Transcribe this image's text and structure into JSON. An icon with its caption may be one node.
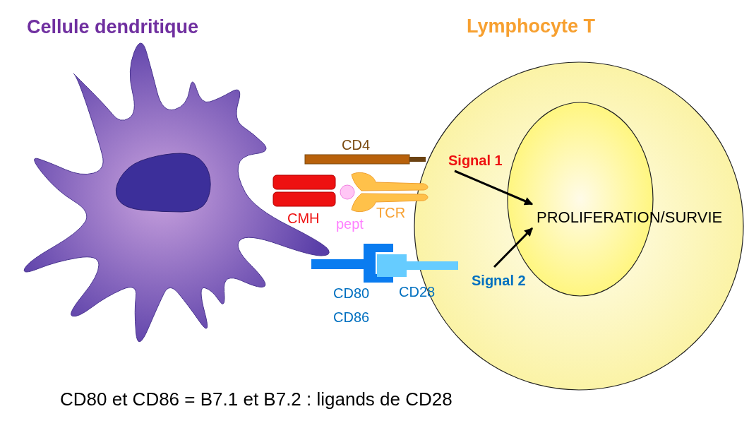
{
  "diagram": {
    "nodes": [
      {
        "text": [
          "Cellule dendritique"
        ]
      },
      {
        "text": [
          "Lymphocyte T"
        ]
      },
      {
        "text": [
          "PROLIFERATION/SURVIE"
        ],
        "in": 1
      },
      {
        "text": [
          "Signal 1"
        ],
        "in": 1
      },
      {
        "text": [
          "Signal 2"
        ],
        "in": 1
      }
    ],
    "edges": [
      {
        "from": 3,
        "to": 2,
        "arrow": "to"
      },
      {
        "from": 4,
        "to": 2,
        "arrow": "to"
      }
    ],
    "labels": [
      "CD4",
      "CMH",
      "pept",
      "TCR",
      "CD80",
      "CD86",
      "CD28"
    ],
    "caption": "CD80 et CD86 = B7.1 et B7.2 : ligands de CD28"
  }
}
